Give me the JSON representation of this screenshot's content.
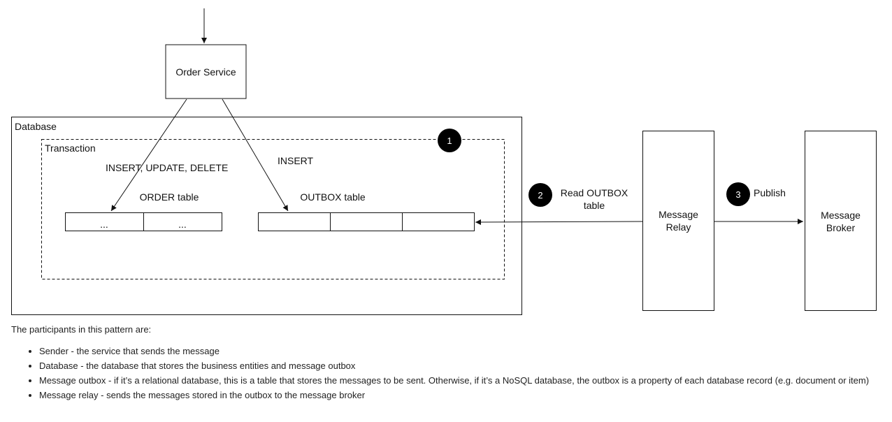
{
  "diagram": {
    "nodes": {
      "order_service": "Order Service",
      "database": "Database",
      "transaction": "Transaction",
      "order_table": "ORDER table",
      "outbox_table": "OUTBOX table",
      "message_relay": [
        "Message",
        "Relay"
      ],
      "message_broker": [
        "Message",
        "Broker"
      ]
    },
    "order_cells": [
      "...",
      "..."
    ],
    "edges": {
      "insert_update_delete": "INSERT, UPDATE, DELETE",
      "insert": "INSERT",
      "read_outbox": [
        "Read OUTBOX",
        "table"
      ],
      "publish": "Publish"
    },
    "steps": [
      "1",
      "2",
      "3"
    ],
    "colors": {
      "stroke": "#111111",
      "badge_fill": "#000000",
      "badge_text": "#ffffff"
    }
  },
  "notes": {
    "intro": "The participants in this pattern are:",
    "items": [
      "Sender - the service that sends the message",
      "Database - the database that stores the business entities and message outbox",
      "Message outbox - if it’s a relational database, this is a table that stores the messages to be sent. Otherwise, if it’s a NoSQL database, the outbox is a property of each database record (e.g. document or item)",
      "Message relay - sends the messages stored in the outbox to the message broker"
    ]
  }
}
